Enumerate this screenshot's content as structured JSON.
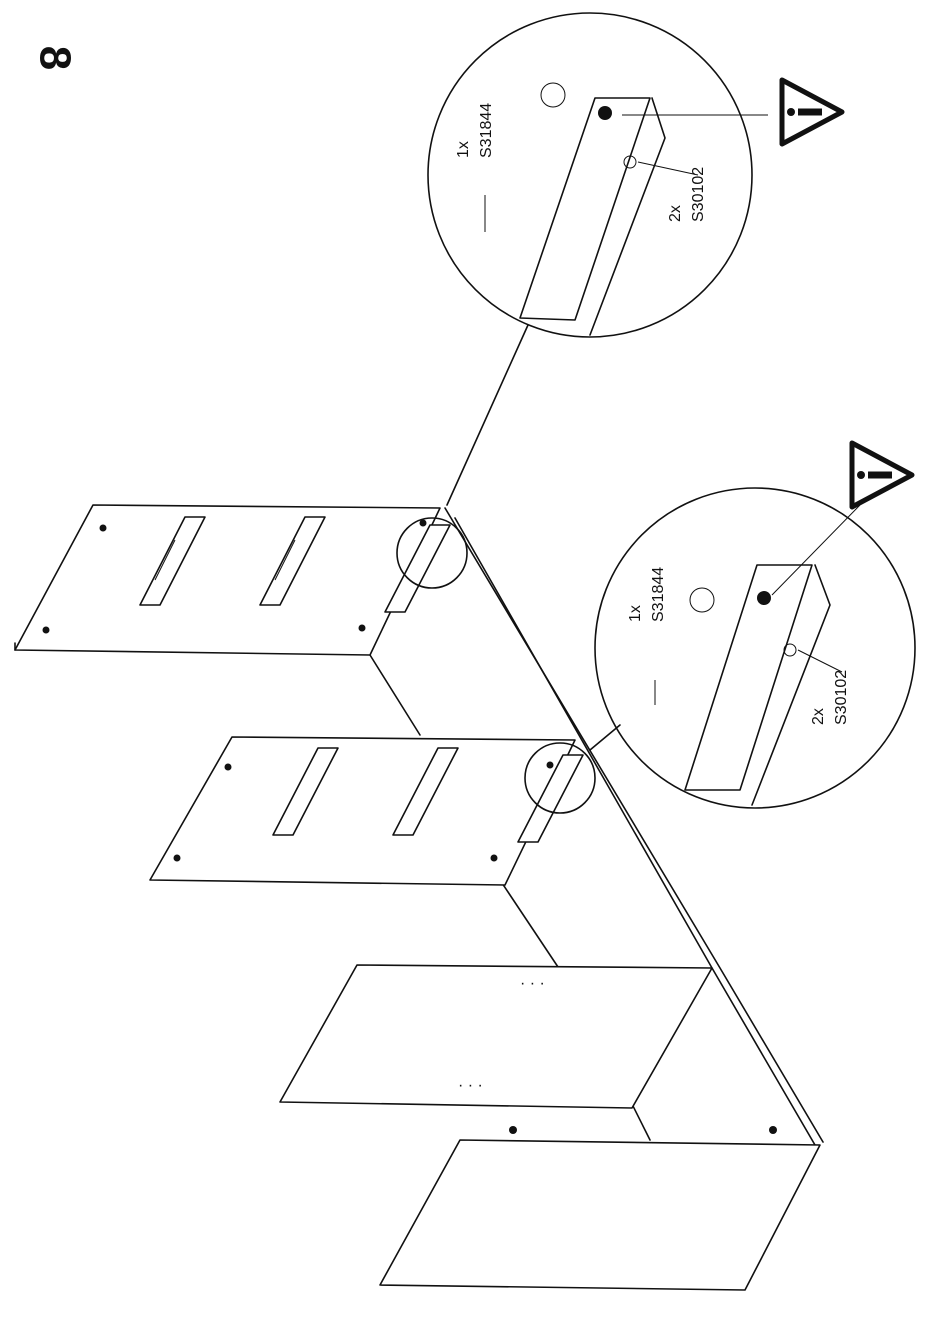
{
  "page": {
    "step_number": "8"
  },
  "callout_top": {
    "bracket_qty": "1x",
    "bracket_code": "S31844",
    "screw_qty": "2x",
    "screw_code": "S30102",
    "warning_icon": "warning-triangle-icon"
  },
  "callout_bottom": {
    "bracket_qty": "1x",
    "bracket_code": "S31844",
    "screw_qty": "2x",
    "screw_code": "S30102",
    "warning_icon": "warning-triangle-icon"
  },
  "colors": {
    "ink": "#111111",
    "paper": "#ffffff"
  }
}
